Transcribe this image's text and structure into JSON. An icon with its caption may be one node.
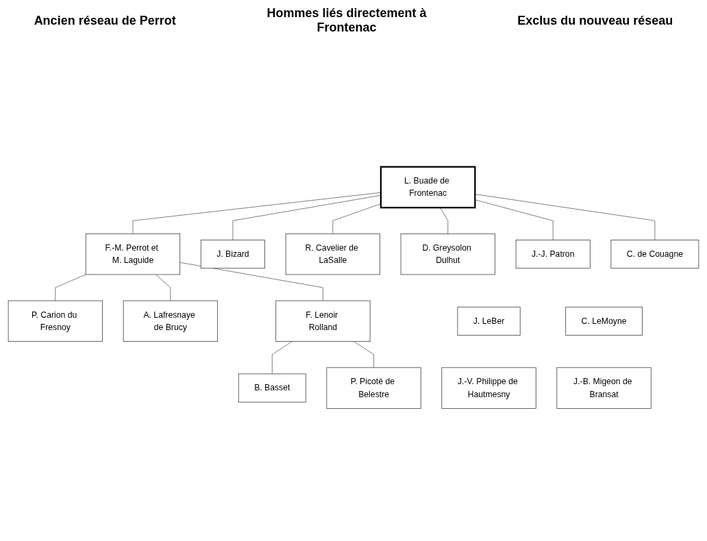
{
  "diagram": {
    "nodes": [
      {
        "text": [
          "L. Buade de Frontenac"
        ]
      },
      {
        "text": [
          "F.-M. Perrot et M. Laguide"
        ]
      },
      {
        "text": [
          "P. Carion du Fresnoy"
        ]
      },
      {
        "text": [
          "A. Lafresnaye de Brucy"
        ]
      },
      {
        "text": [
          "F. Lenoir Rolland"
        ]
      },
      {
        "text": [
          "B. Basset"
        ]
      },
      {
        "text": [
          "P. Picoté de Belestre"
        ]
      },
      {
        "text": [
          "J. Bizard"
        ]
      },
      {
        "text": [
          "R. Cavelier de LaSalle"
        ]
      },
      {
        "text": [
          "D. Greysolon Dulhut"
        ]
      },
      {
        "text": [
          "J.-J. Patron"
        ]
      },
      {
        "text": [
          "C. de Couagne"
        ]
      },
      {
        "text": [
          "J. LeBer"
        ]
      },
      {
        "text": [
          "C. LeMoyne"
        ]
      },
      {
        "text": [
          "J.-V. Philippe de Hautmesny"
        ]
      },
      {
        "text": [
          "J.-B. Migeon de Bransat"
        ]
      }
    ],
    "edges": [
      {
        "from": 0,
        "to": 1,
        "arrow": "none"
      },
      {
        "from": 1,
        "to": 2,
        "arrow": "none"
      },
      {
        "from": 1,
        "to": 3,
        "arrow": "none"
      },
      {
        "from": 1,
        "to": 4,
        "arrow": "none"
      },
      {
        "from": 4,
        "to": 5,
        "arrow": "none"
      },
      {
        "from": 4,
        "to": 6,
        "arrow": "none"
      },
      {
        "from": 0,
        "to": 7,
        "arrow": "none"
      },
      {
        "from": 0,
        "to": 9,
        "arrow": "none"
      },
      {
        "from": 0,
        "to": 11,
        "arrow": "none"
      },
      {
        "from": 0,
        "to": 8,
        "arrow": "none"
      },
      {
        "from": 0,
        "to": 10,
        "arrow": "none"
      }
    ],
    "labels": [
      "Ancien réseau de Perrot",
      "Hommes liés directement à Frontenac",
      "Exclus du nouveau réseau"
    ]
  }
}
